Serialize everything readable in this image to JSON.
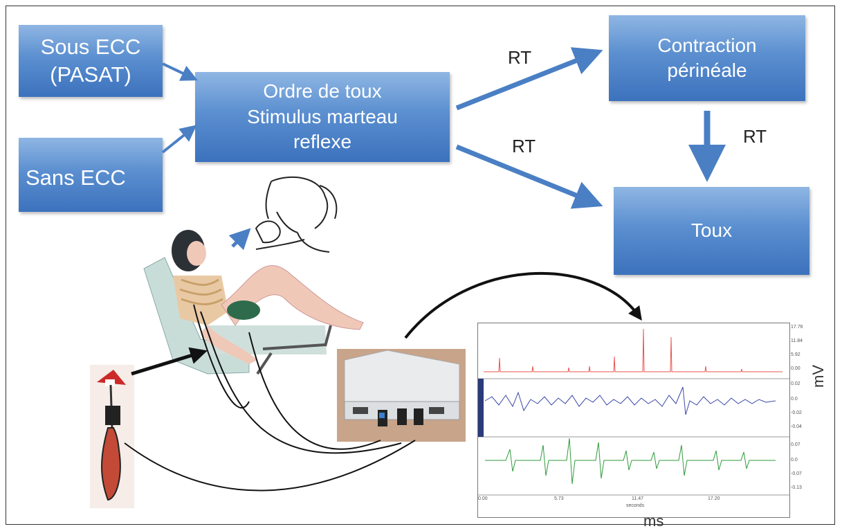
{
  "boxes": {
    "sous_ecc": {
      "line1": "Sous ECC",
      "line2": "(PASAT)"
    },
    "sans_ecc": {
      "label": "Sans ECC"
    },
    "ordre": {
      "line1": "Ordre de toux",
      "line2": "Stimulus marteau",
      "line3": "reflexe"
    },
    "contraction": {
      "line1": "Contraction",
      "line2": "périnéale"
    },
    "toux": {
      "label": "Toux"
    }
  },
  "arrow_labels": {
    "rt_top": "RT",
    "rt_middle": "RT",
    "rt_right": "RT"
  },
  "colors": {
    "box_blue": "#4a80c8",
    "arrow_blue": "#4a7fc4",
    "trace_red": "#e8554e",
    "trace_blue": "#3a47a8",
    "trace_green": "#2e9a3a"
  },
  "scope": {
    "y_unit": "mV",
    "x_unit": "ms",
    "x_axis_title": "seconds",
    "x_ticks": [
      "0.00",
      "5.73",
      "11.47",
      "17.20"
    ],
    "panel1_ticks": [
      "17.76",
      "11.84",
      "5.92",
      "0.00"
    ],
    "panel2_ticks": [
      "0.02",
      "0.0",
      "-0.02",
      "-0.04"
    ],
    "panel3_ticks": [
      "0.07",
      "0.0",
      "-0.07",
      "-0.13"
    ]
  }
}
